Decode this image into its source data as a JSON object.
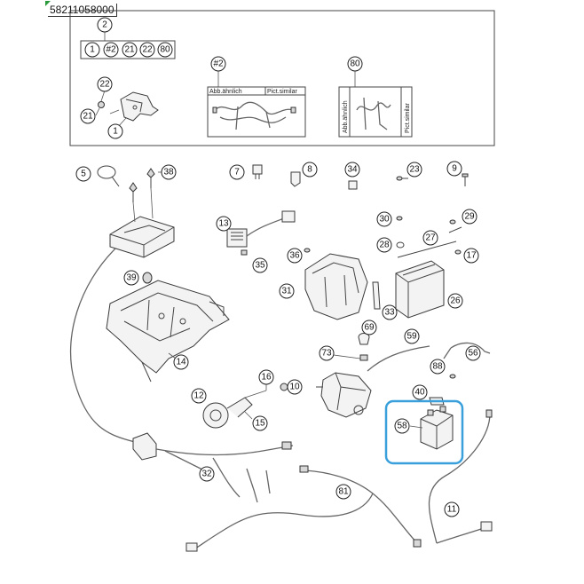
{
  "page_code": "58211058000",
  "set_box": {
    "header_number": "2",
    "kit_numbers": [
      "1",
      "#2",
      "21",
      "22",
      "80"
    ],
    "detail_a_number": "#2",
    "detail_a_label_left": "Abb.ähnlich",
    "detail_a_label_right": "Pict.similar",
    "detail_b_number": "80",
    "detail_b_label_left": "Abb.ähnlich",
    "detail_b_label_right": "Pict.similar",
    "bracket_callouts": [
      "22",
      "21",
      "1"
    ]
  },
  "callouts": {
    "c5": "5",
    "c38": "38",
    "c7": "7",
    "c8": "8",
    "c34": "34",
    "c23": "23",
    "c9": "9",
    "c13": "13",
    "c30": "30",
    "c29": "29",
    "c28": "28",
    "c27": "27",
    "c17": "17",
    "c35": "35",
    "c36": "36",
    "c39": "39",
    "c31": "31",
    "c33": "33",
    "c26": "26",
    "c69": "69",
    "c59": "59",
    "c73": "73",
    "c56": "56",
    "c14": "14",
    "c16": "16",
    "c88": "88",
    "c10": "10",
    "c40": "40",
    "c12": "12",
    "c15": "15",
    "c58": "58",
    "c32": "32",
    "c81": "81",
    "c11": "11"
  },
  "highlight_color": "#3aa0dc"
}
